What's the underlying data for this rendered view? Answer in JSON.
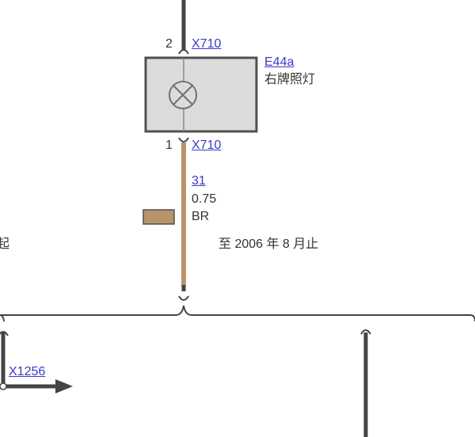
{
  "colors": {
    "wire_black": "#444444",
    "wire_brown": "#b8936b",
    "component_fill": "#dcdcdc",
    "component_border": "#505050",
    "link": "#3a3ac8",
    "text": "#333333"
  },
  "connector_top": {
    "pin": "2",
    "name": "X710"
  },
  "connector_bottom": {
    "pin": "1",
    "name": "X710"
  },
  "component": {
    "id": "E44a",
    "label": "右牌照灯",
    "symbol": "lamp-icon"
  },
  "wire": {
    "number": "31",
    "gauge": "0.75",
    "color_code": "BR"
  },
  "variants": {
    "left_partial": "起",
    "right": "至 2006 年 8 月止"
  },
  "bottom_connector": {
    "name": "X1256"
  }
}
